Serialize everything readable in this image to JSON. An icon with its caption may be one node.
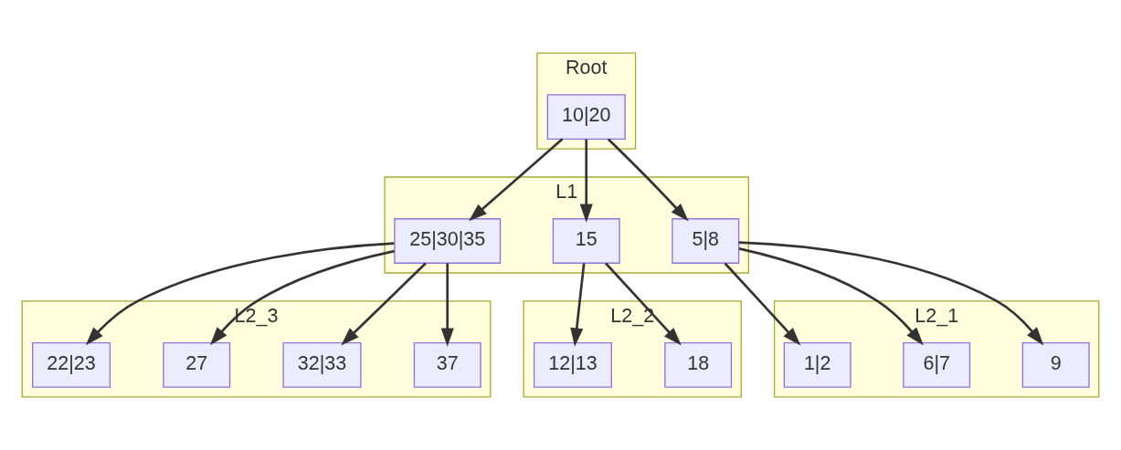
{
  "diagram": {
    "nodes": [
      {
        "text": [
          "Root"
        ]
      },
      {
        "text": [
          "10|20"
        ],
        "in": 0
      },
      {
        "text": [
          "L1"
        ]
      },
      {
        "text": [
          "25|30|35"
        ],
        "in": 2
      },
      {
        "text": [
          "15"
        ],
        "in": 2
      },
      {
        "text": [
          "5|8"
        ],
        "in": 2
      },
      {
        "text": [
          "L2_3"
        ]
      },
      {
        "text": [
          "22|23"
        ],
        "in": 6
      },
      {
        "text": [
          "27"
        ],
        "in": 6
      },
      {
        "text": [
          "32|33"
        ],
        "in": 6
      },
      {
        "text": [
          "37"
        ],
        "in": 6
      },
      {
        "text": [
          "L2_2"
        ]
      },
      {
        "text": [
          "12|13"
        ],
        "in": 11
      },
      {
        "text": [
          "18"
        ],
        "in": 11
      },
      {
        "text": [
          "L2_1"
        ]
      },
      {
        "text": [
          "1|2"
        ],
        "in": 14
      },
      {
        "text": [
          "6|7"
        ],
        "in": 14
      },
      {
        "text": [
          "9"
        ],
        "in": 14
      }
    ],
    "edges": [
      {
        "from": 1,
        "to": 3,
        "arrow": "to"
      },
      {
        "from": 1,
        "to": 4,
        "arrow": "to"
      },
      {
        "from": 1,
        "to": 5,
        "arrow": "to"
      },
      {
        "from": 3,
        "to": 7,
        "arrow": "to"
      },
      {
        "from": 3,
        "to": 8,
        "arrow": "to"
      },
      {
        "from": 3,
        "to": 9,
        "arrow": "to"
      },
      {
        "from": 3,
        "to": 10,
        "arrow": "to"
      },
      {
        "from": 4,
        "to": 12,
        "arrow": "to"
      },
      {
        "from": 4,
        "to": 13,
        "arrow": "to"
      },
      {
        "from": 5,
        "to": 15,
        "arrow": "to"
      },
      {
        "from": 5,
        "to": 16,
        "arrow": "to"
      },
      {
        "from": 5,
        "to": 17,
        "arrow": "to"
      }
    ]
  }
}
